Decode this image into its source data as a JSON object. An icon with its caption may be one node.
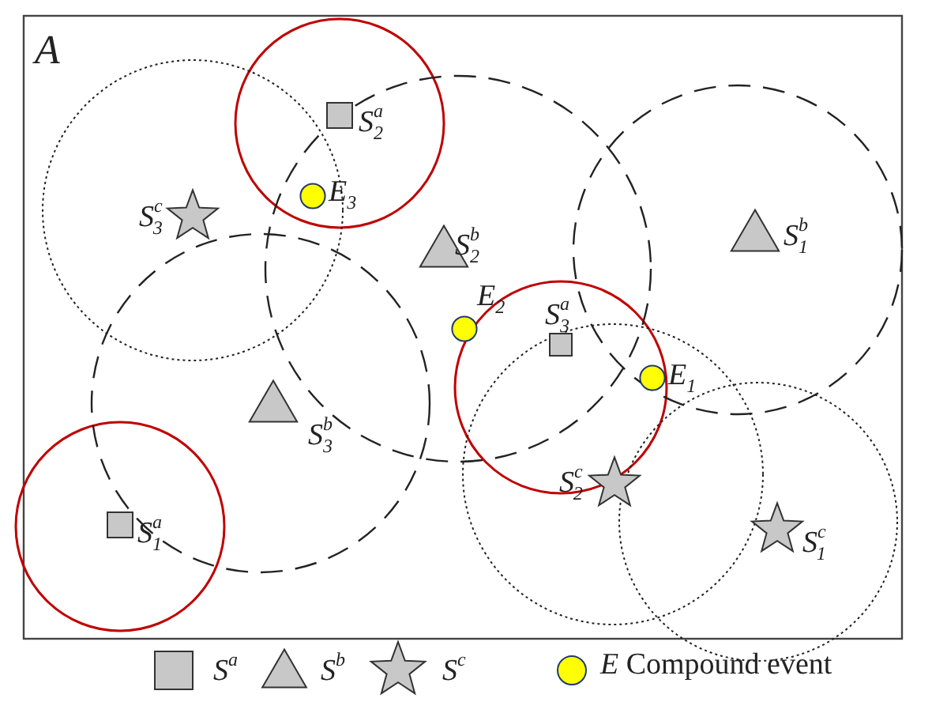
{
  "diagram": {
    "labels": [
      "A",
      "S$^{a}$$_{2}$",
      "E$_{3}$",
      "S$^{c}$$_{3}$",
      "S$^{b}$$_{2}$",
      "S$^{b}$$_{1}$",
      "E$_{2}$",
      "S$^{a}$$_{3}$",
      "E$_{1}$",
      "S$^{b}$$_{3}$",
      "S$^{c}$$_{2}$",
      "S$^{a}$$_{1}$",
      "S$^{c}$$_{1}$"
    ],
    "legend": [
      {
        "text": "S$^{a}$"
      },
      {
        "text": "S$^{b}$"
      },
      {
        "text": "S$^{c}$"
      },
      {
        "text": "*E* Compound event"
      }
    ]
  }
}
